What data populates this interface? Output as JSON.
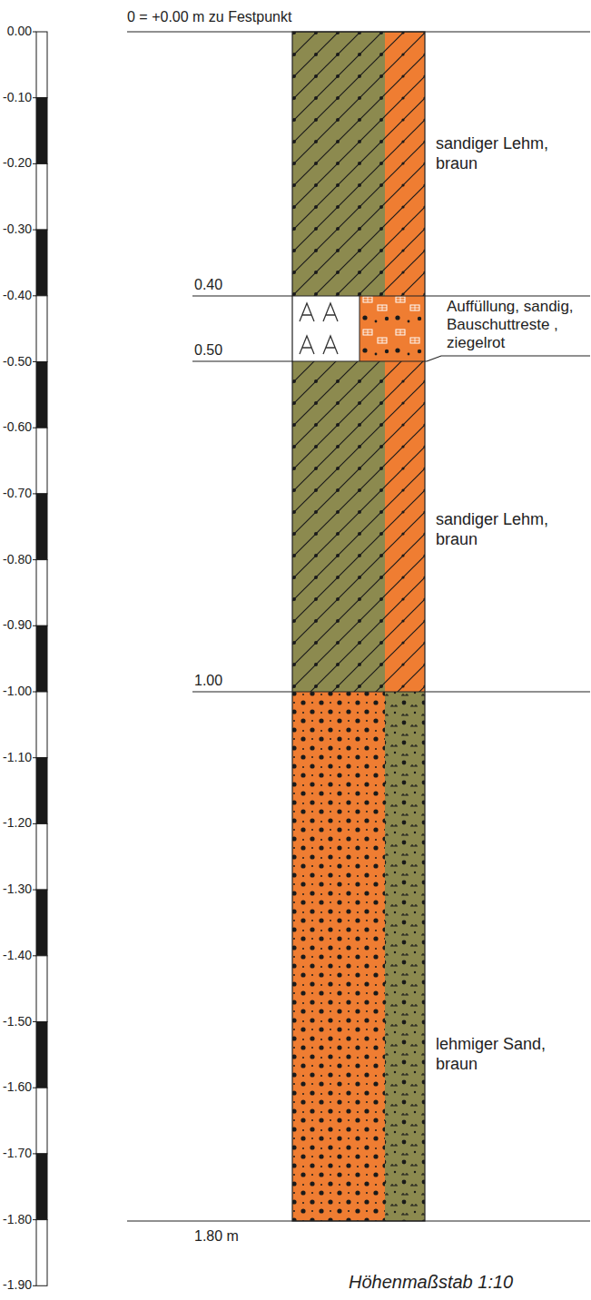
{
  "diagram": {
    "caption": "Höhenmaßstab 1:10",
    "labels": [
      "0 = +0.00 m zu Festpunkt",
      "0.00",
      "-0.10",
      "-0.20",
      "-0.30",
      "-0.40",
      "-0.50",
      "-0.60",
      "-0.70",
      "-0.80",
      "-0.90",
      "-1.00",
      "-1.10",
      "-1.20",
      "-1.30",
      "-1.40",
      "-1.50",
      "-1.60",
      "-1.70",
      "-1.80",
      "-1.90",
      "0.40",
      "0.50",
      "1.00",
      "1.80 m",
      "sandiger Lehm, braun",
      "Auffüllung, sandig, Bauschuttreste , ziegelrot",
      "sandiger Lehm, braun",
      "lehmiger Sand, braun"
    ]
  }
}
